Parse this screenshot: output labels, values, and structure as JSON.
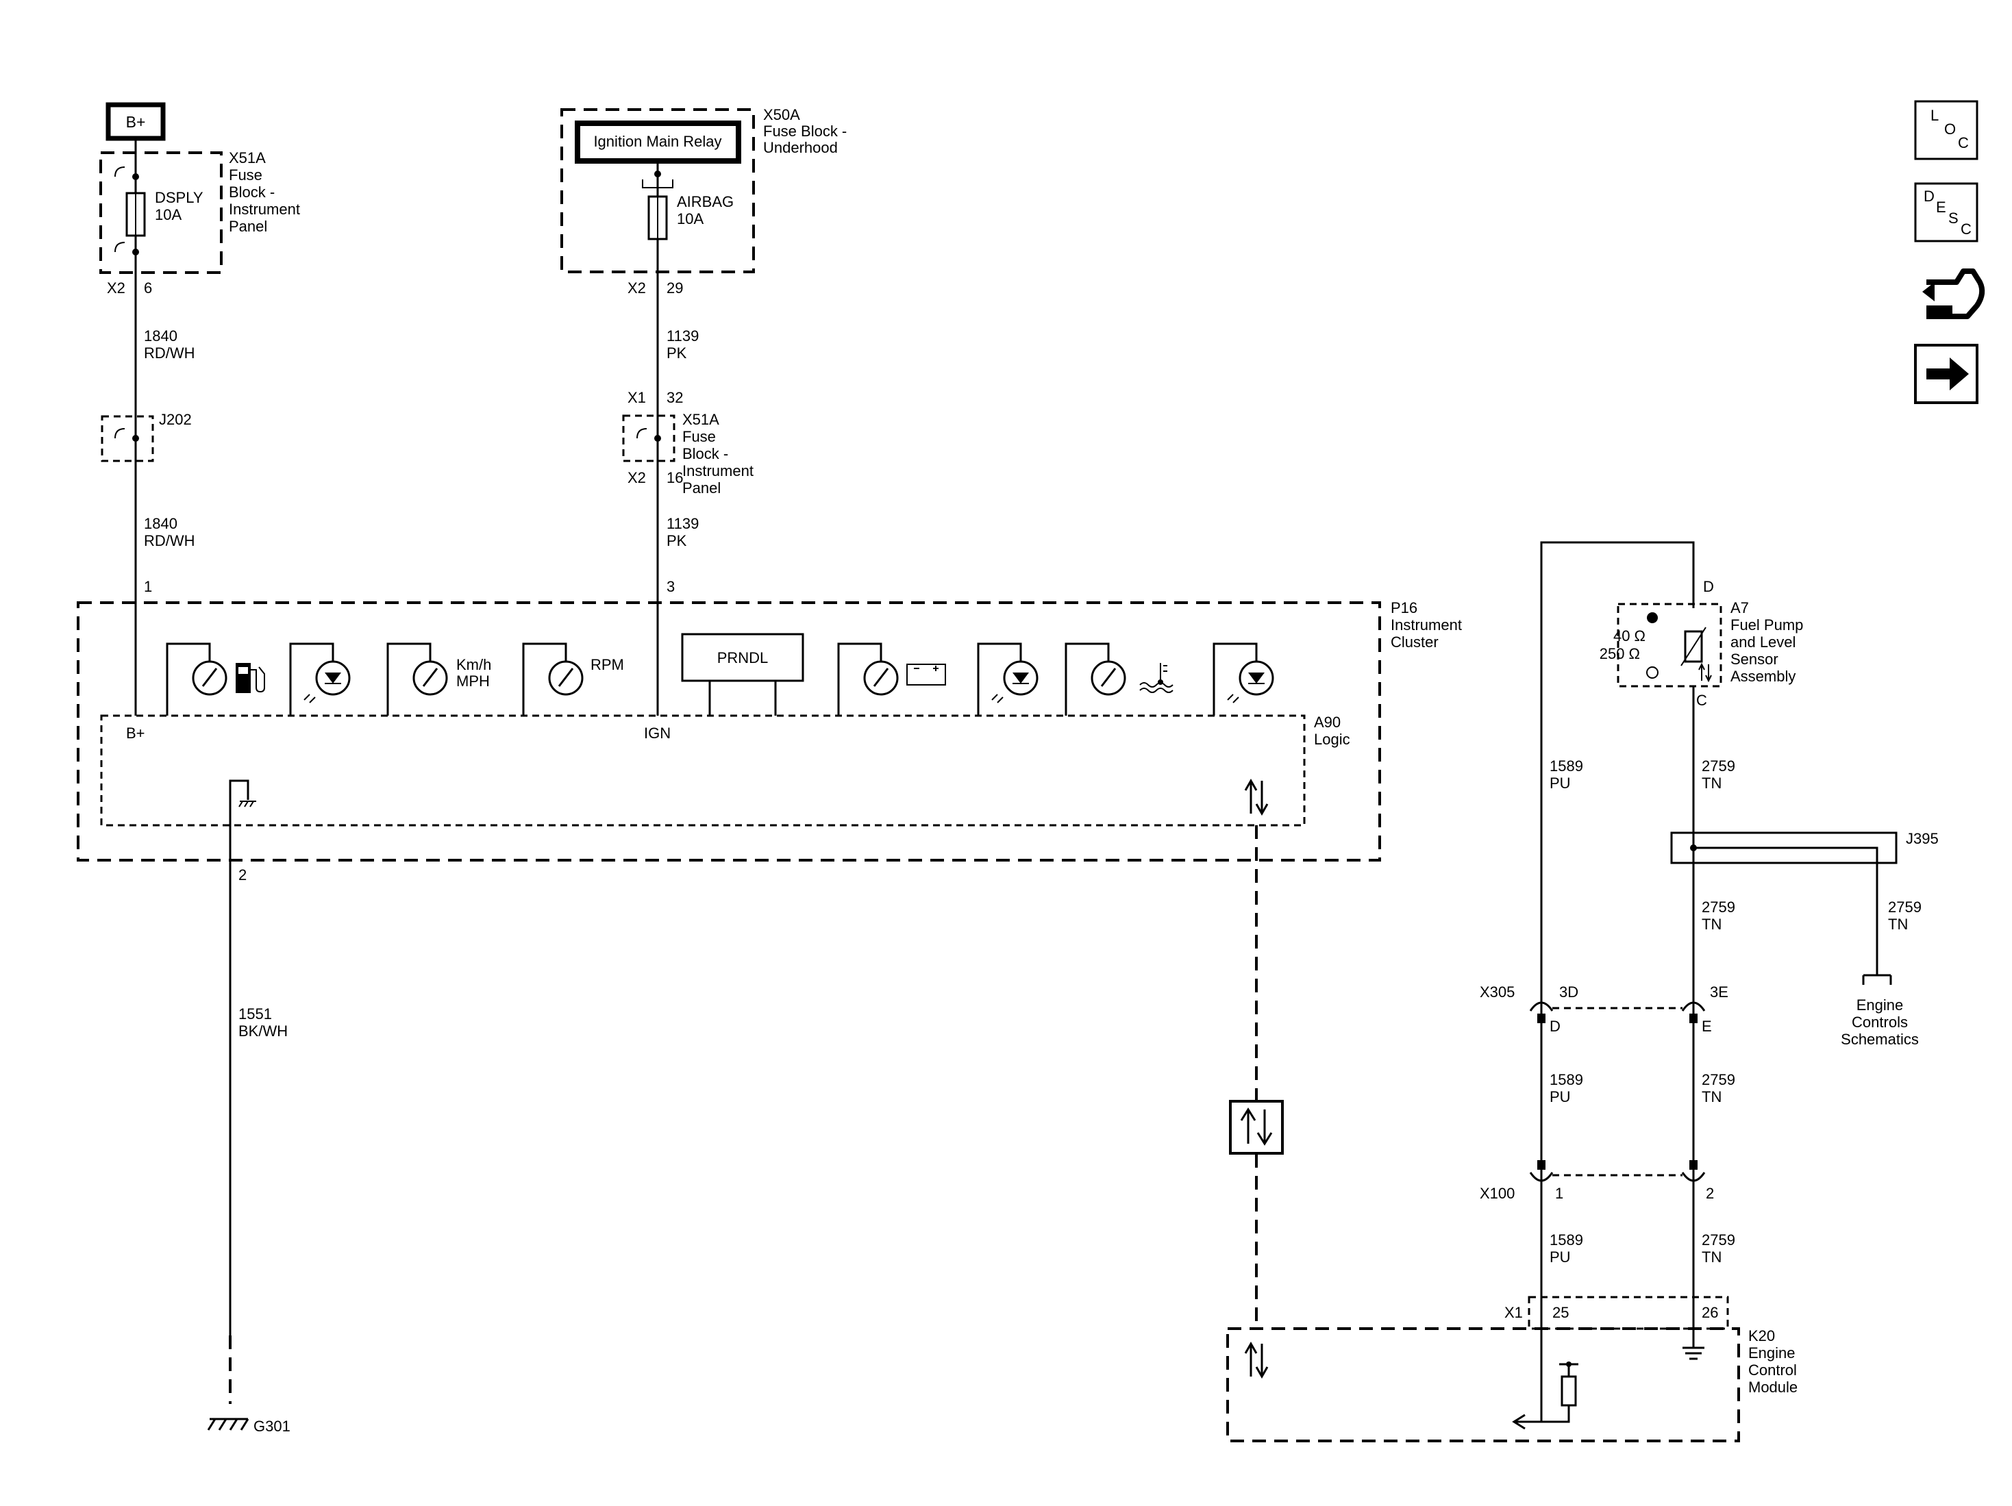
{
  "battery": "B+",
  "relay": "Ignition Main Relay",
  "fuse_blocks": {
    "x51a_top": [
      "X51A",
      "Fuse",
      "Block -",
      "Instrument",
      "Panel"
    ],
    "x50a": [
      "X50A",
      "Fuse Block -",
      "Underhood"
    ],
    "x51a_mid": [
      "X51A",
      "Fuse",
      "Block -",
      "Instrument",
      "Panel"
    ]
  },
  "fuses": {
    "dsply": [
      "DSPLY",
      "10A"
    ],
    "airbag": [
      "AIRBAG",
      "10A"
    ]
  },
  "connectors": {
    "left_x2": "X2",
    "left_pin6": "6",
    "mid_x2_top": "X2",
    "mid_pin29": "29",
    "mid_x1": "X1",
    "mid_pin32": "32",
    "mid_x2_bot": "X2",
    "mid_pin16": "16",
    "pin1": "1",
    "pin3": "3",
    "pin2": "2",
    "x305": "X305",
    "x305_3d": "3D",
    "x305_3e": "3E",
    "x305_d": "D",
    "x305_e": "E",
    "x100": "X100",
    "x100_1": "1",
    "x100_2": "2",
    "k20_x1": "X1",
    "k20_25": "25",
    "k20_26": "26"
  },
  "splices": {
    "j202": "J202",
    "j395": "J395"
  },
  "wires": {
    "w1840_a": [
      "1840",
      "RD/WH"
    ],
    "w1840_b": [
      "1840",
      "RD/WH"
    ],
    "w1139_a": [
      "1139",
      "PK"
    ],
    "w1139_b": [
      "1139",
      "PK"
    ],
    "w1551": [
      "1551",
      "BK/WH"
    ],
    "w1589_a": [
      "1589",
      "PU"
    ],
    "w2759_a": [
      "2759",
      "TN"
    ],
    "w2759_b": [
      "2759",
      "TN"
    ],
    "w2759_c": [
      "2759",
      "TN"
    ],
    "w1589_b": [
      "1589",
      "PU"
    ],
    "w2759_d": [
      "2759",
      "TN"
    ],
    "w1589_c": [
      "1589",
      "PU"
    ],
    "w2759_e": [
      "2759",
      "TN"
    ]
  },
  "cluster": {
    "label": [
      "P16",
      "Instrument",
      "Cluster"
    ],
    "logic": [
      "A90",
      "Logic"
    ],
    "bplus": "B+",
    "ign": "IGN",
    "prndl": "PRNDL",
    "kmh": [
      "Km/h",
      "MPH"
    ],
    "rpm": "RPM"
  },
  "sensor": {
    "label": [
      "A7",
      "Fuel Pump",
      "and Level",
      "Sensor",
      "Assembly"
    ],
    "pin_d": "D",
    "pin_c": "C",
    "ohm40": "40 Ω",
    "ohm250": "250 Ω"
  },
  "ecm": {
    "label": [
      "K20",
      "Engine",
      "Control",
      "Module"
    ]
  },
  "engine_controls": [
    "Engine",
    "Controls",
    "Schematics"
  ],
  "ground": "G301",
  "side_icons": {
    "loc": [
      "L",
      "O",
      "C"
    ],
    "desc": [
      "D",
      "E",
      "S",
      "C"
    ]
  }
}
